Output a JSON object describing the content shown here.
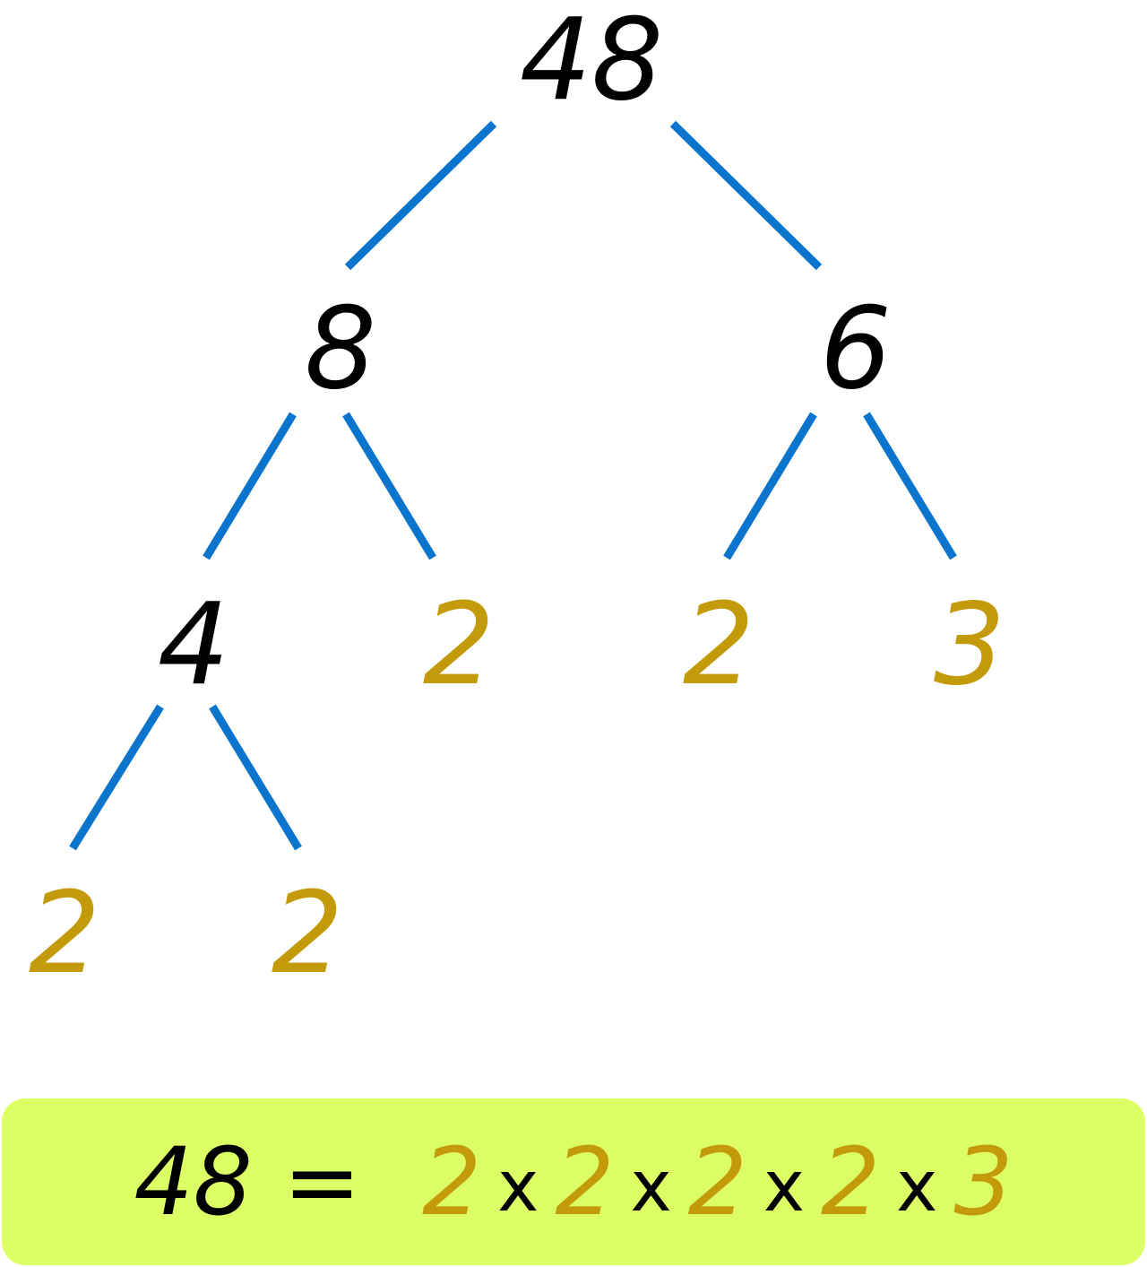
{
  "colors": {
    "composite": "#000000",
    "prime": "#c39b0a",
    "branch": "#0b74cc",
    "result_background": "#dcff66"
  },
  "tree": {
    "root": "48",
    "level1_left": "8",
    "level1_right": "6",
    "level2_a": "4",
    "level2_b": "2",
    "level2_c": "2",
    "level2_d": "3",
    "level3_a": "2",
    "level3_b": "2"
  },
  "result": {
    "number": "48",
    "equals": "=",
    "factor_1": "2",
    "times_1": "x",
    "factor_2": "2",
    "times_2": "x",
    "factor_3": "2",
    "times_3": "x",
    "factor_4": "2",
    "times_4": "x",
    "factor_5": "3"
  }
}
